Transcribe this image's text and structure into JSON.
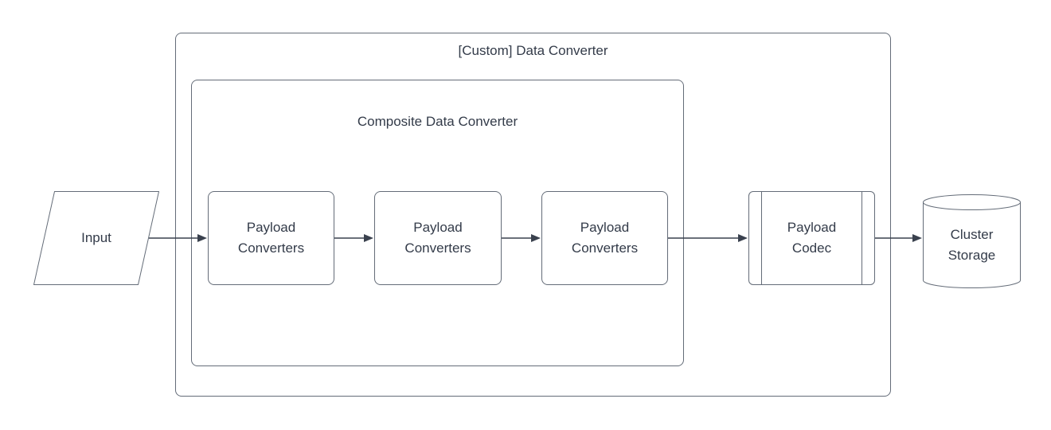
{
  "colors": {
    "background": "#ffffff",
    "shape_stroke": "#646c78",
    "arrow": "#3a414e",
    "text": "#333b49"
  },
  "diagram": {
    "outer_container": {
      "title": "[Custom] Data Converter"
    },
    "composite_container": {
      "title": "Composite Data Converter"
    },
    "input": {
      "label": "Input"
    },
    "converters": [
      {
        "label": "Payload\nConverters"
      },
      {
        "label": "Payload\nConverters"
      },
      {
        "label": "Payload\nConverters"
      }
    ],
    "codec": {
      "label": "Payload\nCodec"
    },
    "storage": {
      "label": "Cluster\nStorage"
    }
  }
}
